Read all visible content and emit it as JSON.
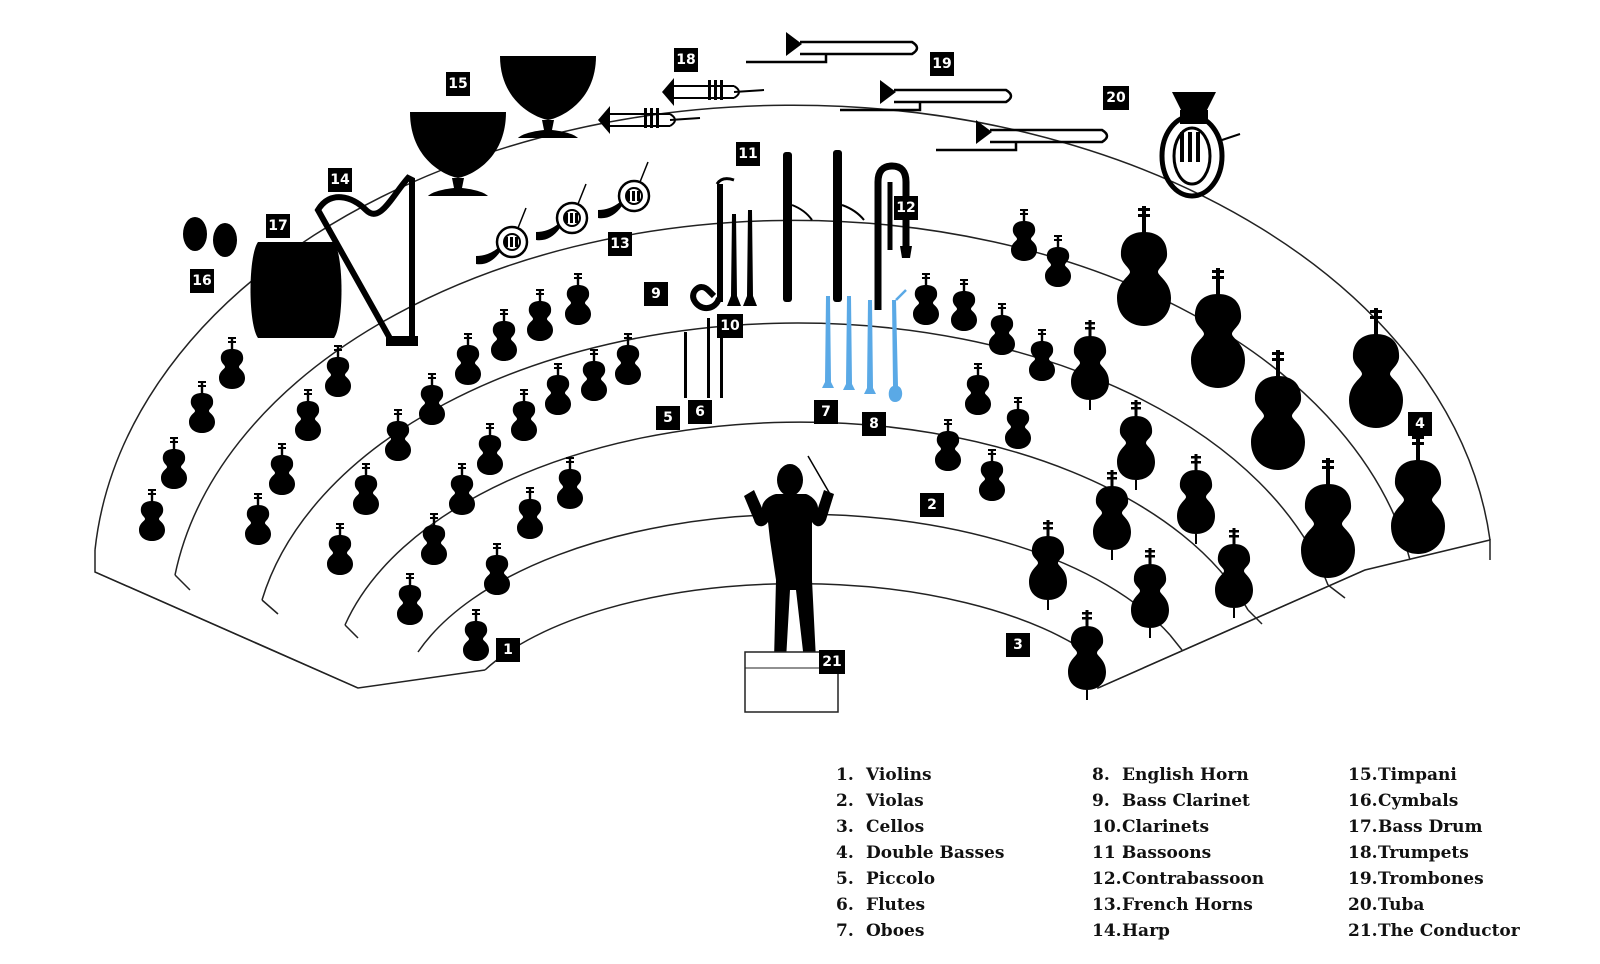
{
  "colors": {
    "ink": "#000000",
    "oboe_highlight": "#5aa9e6",
    "stage_line": "#222222"
  },
  "badges": {
    "b1": "1",
    "b2": "2",
    "b3": "3",
    "b4": "4",
    "b5": "5",
    "b6": "6",
    "b7": "7",
    "b8": "8",
    "b9": "9",
    "b10": "10",
    "b11": "11",
    "b12": "12",
    "b13": "13",
    "b14": "14",
    "b15": "15",
    "b16": "16",
    "b17": "17",
    "b18": "18",
    "b19": "19",
    "b20": "20",
    "b21": "21"
  },
  "legend": {
    "col1": [
      {
        "num": "1.",
        "name": "Violins"
      },
      {
        "num": "2.",
        "name": "Violas"
      },
      {
        "num": "3.",
        "name": "Cellos"
      },
      {
        "num": "4.",
        "name": "Double Basses"
      },
      {
        "num": "5.",
        "name": "Piccolo"
      },
      {
        "num": "6.",
        "name": "Flutes"
      },
      {
        "num": "7.",
        "name": "Oboes"
      }
    ],
    "col2": [
      {
        "num": "8.",
        "name": "English Horn"
      },
      {
        "num": "9.",
        "name": "Bass Clarinet"
      },
      {
        "num": "10.",
        "name": "Clarinets"
      },
      {
        "num": "11 .",
        "name": "Bassoons"
      },
      {
        "num": "12.",
        "name": "Contrabassoon"
      },
      {
        "num": "13.",
        "name": "French Horns"
      },
      {
        "num": "14.",
        "name": "Harp"
      }
    ],
    "col3": [
      {
        "num": "15.",
        "name": "Timpani"
      },
      {
        "num": "16.",
        "name": "Cymbals"
      },
      {
        "num": "17.",
        "name": "Bass Drum"
      },
      {
        "num": "18.",
        "name": "Trumpets"
      },
      {
        "num": "19.",
        "name": "Trombones"
      },
      {
        "num": "20.",
        "name": "Tuba"
      },
      {
        "num": "21.",
        "name": "The Conductor"
      }
    ]
  }
}
